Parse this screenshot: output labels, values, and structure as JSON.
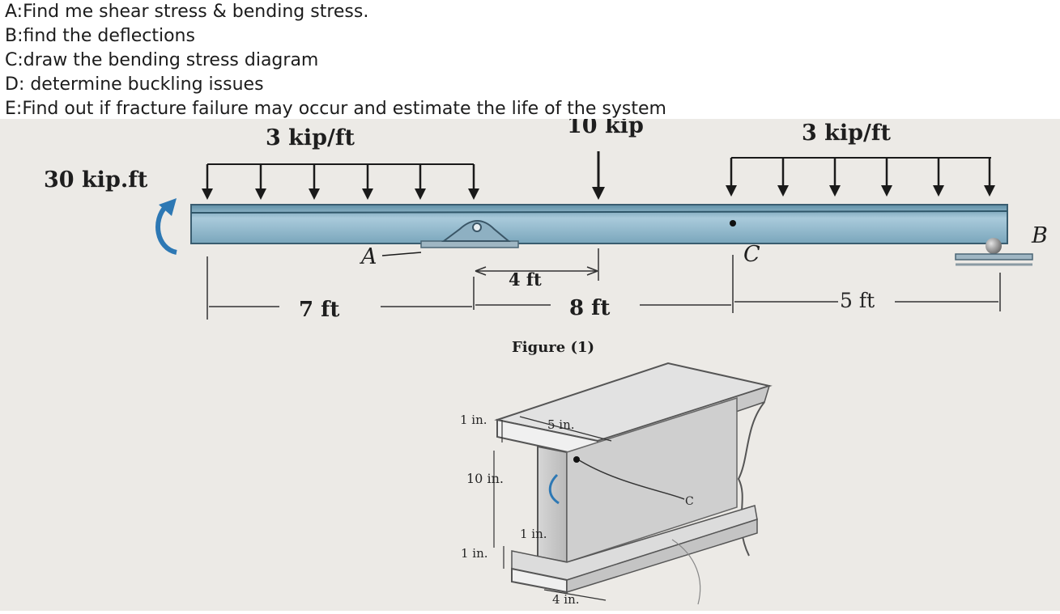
{
  "questions": [
    "A:Find me shear stress & bending stress.",
    "B:find the deflections",
    "C:draw the bending stress diagram",
    "D: determine buckling issues",
    "E:Find out if fracture failure may occur and estimate the life of the system"
  ],
  "figure": {
    "load_left": "3 kip/ft",
    "load_point": "10 kip",
    "load_right": "3 kip/ft",
    "moment": "30 kip.ft",
    "point_a": "A",
    "point_b": "B",
    "point_c": "C",
    "dim_4ft": "4 ft",
    "dim_7ft": "7 ft",
    "dim_8ft": "8 ft",
    "dim_5ft": "5 ft",
    "caption": "Figure (1)"
  },
  "section": {
    "flange_top": "1 in.",
    "flange_width": "5 in.",
    "web_height": "10 in.",
    "web_thickness": "1 in.",
    "flange_bottom": "1 in.",
    "bottom_width": "4 in.",
    "centroid": "C"
  }
}
